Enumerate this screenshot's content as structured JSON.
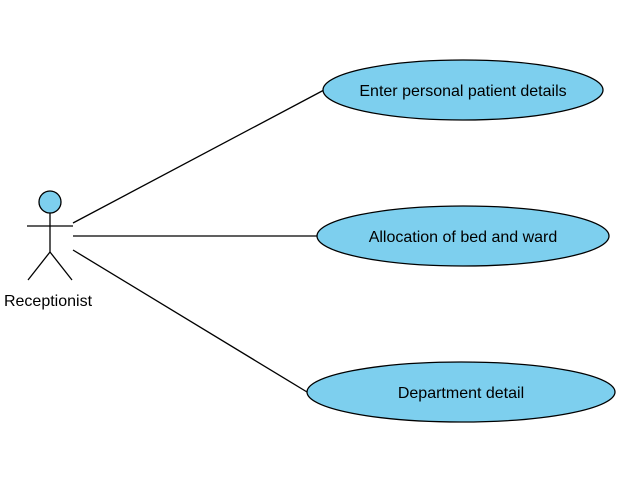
{
  "colors": {
    "use_case_fill": "#7dcfee",
    "actor_head_fill": "#7dcfee",
    "stroke": "#000000"
  },
  "actor": {
    "label": "Receptionist"
  },
  "use_cases": [
    {
      "label": "Enter personal patient details"
    },
    {
      "label": "Allocation of bed and ward"
    },
    {
      "label": "Department detail"
    }
  ]
}
